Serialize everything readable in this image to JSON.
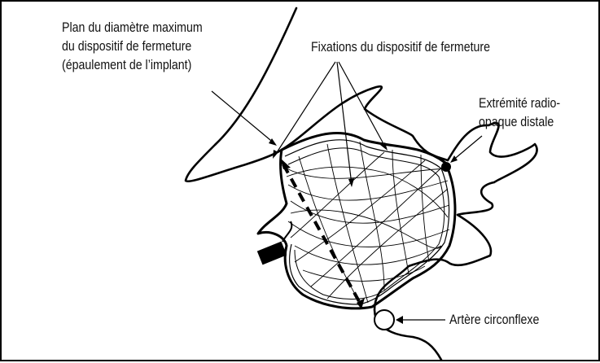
{
  "labels": {
    "plane": {
      "line1": "Plan du diamètre maximum",
      "line2": "du dispositif de fermeture",
      "line3": "(épaulement de l’implant)"
    },
    "fixations": "Fixations du dispositif de fermeture",
    "marker": {
      "line1": "Extrémité radio-",
      "line2": "opaque distale"
    },
    "artery": "Artère circonflexe"
  }
}
